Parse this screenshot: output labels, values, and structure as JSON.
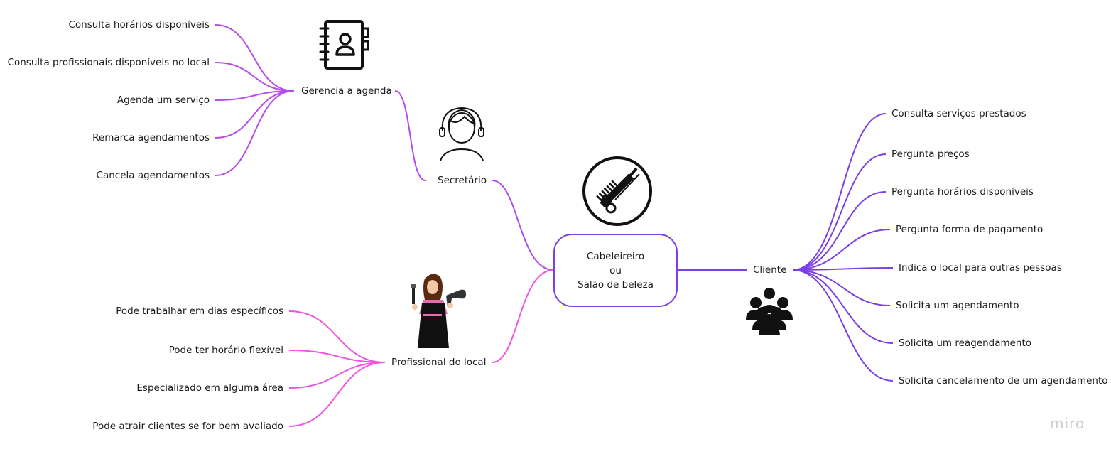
{
  "central": {
    "line1": "Cabeleireiro",
    "line2": "ou",
    "line3": "Salão de beleza"
  },
  "colors": {
    "violet": "#7b3fe4",
    "purple": "#a94ee8",
    "pink": "#ee55e0",
    "lilac": "#b54bed"
  },
  "secretario": {
    "label": "Secretário",
    "gerencia": {
      "label": "Gerencia a agenda",
      "items": [
        "Consulta horários disponíveis",
        "Consulta profissionais disponíveis no local",
        "Agenda um serviço",
        "Remarca agendamentos",
        "Cancela agendamentos"
      ]
    }
  },
  "profissional": {
    "label": "Profissional do local",
    "items": [
      "Pode trabalhar em dias específicos",
      "Pode ter horário flexível",
      "Especializado em alguma área",
      "Pode atrair clientes se for bem avaliado"
    ]
  },
  "cliente": {
    "label": "Cliente",
    "items": [
      "Consulta serviços prestados",
      "Pergunta preços",
      "Pergunta horários disponíveis",
      "Pergunta forma de pagamento",
      "Indica o local para outras pessoas",
      "Solicita um agendamento",
      "Solicita um reagendamento",
      "Solicita cancelamento de um agendamento"
    ]
  },
  "icons": {
    "agenda": "address-book-icon",
    "secretario": "headset-person-icon",
    "salon": "comb-scissors-icon",
    "profissional": "hairdresser-woman-icon",
    "cliente": "group-people-icon"
  },
  "watermark": "miro"
}
